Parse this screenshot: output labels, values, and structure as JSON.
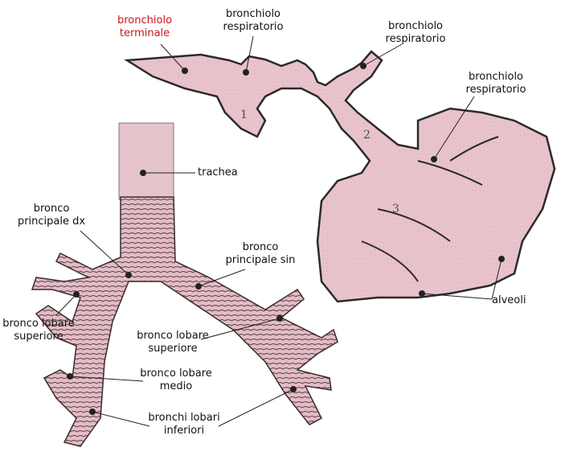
{
  "colors": {
    "tissue": "#e9c3cb",
    "outline": "#2a2a2a",
    "highlight_label": "#c8141c"
  },
  "labels": {
    "bronchiolo_terminale": "bronchiolo\nterminale",
    "bronchiolo_respiratorio_1": "bronchiolo\nrespiratorio",
    "bronchiolo_respiratorio_2": "bronchiolo\nrespiratorio",
    "bronchiolo_respiratorio_3": "bronchiolo\nrespiratorio",
    "trachea": "trachea",
    "bronco_principale_dx": "bronco\nprincipale dx",
    "bronco_principale_sin": "bronco\nprincipale sin",
    "bronco_lobare_superiore_dx": "bronco lobare\nsuperiore",
    "bronco_lobare_superiore_sin": "bronco lobare\nsuperiore",
    "bronco_lobare_medio": "bronco lobare\nmedio",
    "bronchi_lobari_inferiori": "bronchi lobari\ninferiori",
    "alveoli": "alveoli"
  },
  "numbers": {
    "n1": "1",
    "n2": "2",
    "n3": "3"
  }
}
